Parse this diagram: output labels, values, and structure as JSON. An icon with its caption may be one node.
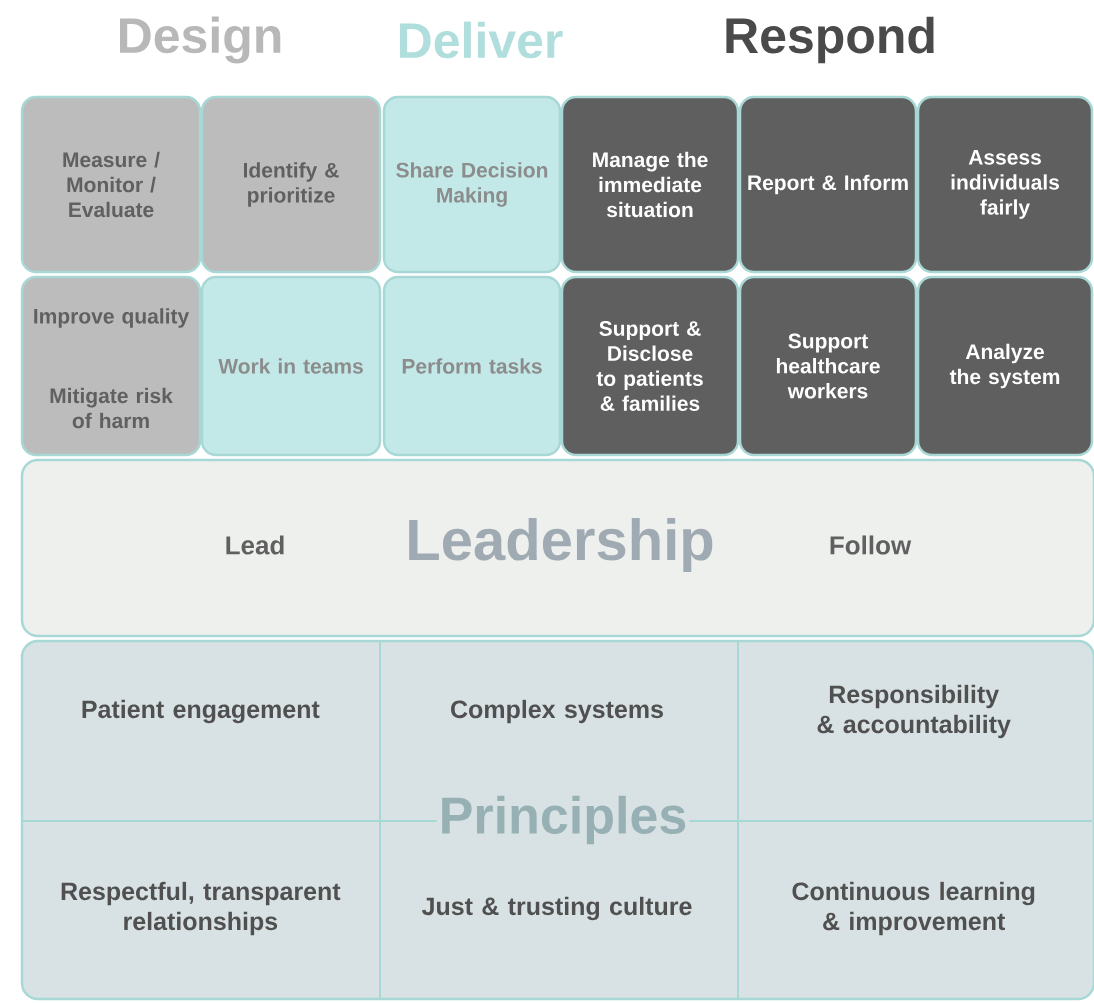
{
  "diagram": {
    "nodes": [
      {
        "text": [
          "Measure / Monitor / Evaluate"
        ]
      },
      {
        "text": [
          "Identify & prioritize"
        ]
      },
      {
        "text": [
          "Share Decision Making"
        ]
      },
      {
        "text": [
          "Manage the immediate situation"
        ]
      },
      {
        "text": [
          "Report & Inform"
        ]
      },
      {
        "text": [
          "Assess individuals fairly"
        ]
      },
      {
        "text": [
          "Improve quality",
          "Mitigate risk of harm"
        ]
      },
      {
        "text": [
          "Work in teams"
        ]
      },
      {
        "text": [
          "Perform tasks"
        ]
      },
      {
        "text": [
          "Support & Disclose to patients & families"
        ]
      },
      {
        "text": [
          "Support healthcare workers"
        ]
      },
      {
        "text": [
          "Analyze the system"
        ]
      },
      {
        "text": [
          "Lead",
          "Leadership",
          "Follow"
        ]
      },
      {
        "text": [
          "Principles"
        ]
      },
      {
        "text": [
          "Patient engagement"
        ],
        "in": 13
      },
      {
        "text": [
          "Complex systems"
        ],
        "in": 13
      },
      {
        "text": [
          "Responsibility & accountability"
        ],
        "in": 13
      },
      {
        "text": [
          "Respectful, transparent relationships"
        ],
        "in": 13
      },
      {
        "text": [
          "Just & trusting culture"
        ],
        "in": 13
      },
      {
        "text": [
          "Continuous learning & improvement"
        ],
        "in": 13
      }
    ],
    "labels": [
      "Design",
      "Deliver",
      "Respond"
    ]
  }
}
